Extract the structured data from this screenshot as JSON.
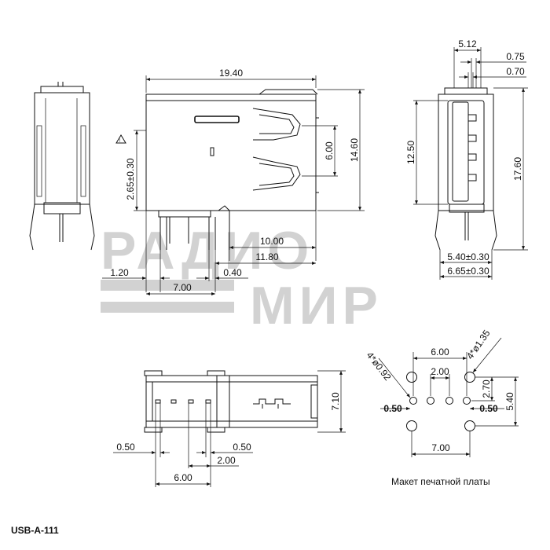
{
  "part_number": "USB-A-111",
  "pcb_caption": "Макет печатной платы",
  "watermark": {
    "line1": "РАДИО",
    "line2": "МИР"
  },
  "warning_symbol": "warning-triangle-icon",
  "front_view": {
    "width": "19.40",
    "height": "14.60",
    "port_height": "6.00",
    "offset": "2.65±0.30",
    "pin_span_1": "10.00",
    "pin_span_2": "11.80",
    "left_gap": "1.20",
    "right_gap": "0.40",
    "pin_pitch": "7.00"
  },
  "side_view": {
    "top_width": "5.12",
    "tab_1": "0.75",
    "tab_2": "0.70",
    "inner_height": "12.50",
    "outer_height": "17.60",
    "pin_offset_1": "5.40±0.30",
    "pin_offset_2": "6.65±0.30"
  },
  "bottom_view": {
    "height": "7.10",
    "left_pad": "0.50",
    "right_pad": "0.50",
    "pitch": "2.00",
    "span": "6.00"
  },
  "pcb_layout": {
    "small_hole": "4*ø0.92",
    "large_hole": "4*ø1.35",
    "top_span": "6.00",
    "pitch": "2.00",
    "row_gap": "2.70",
    "total_height": "5.40",
    "left_pad": "0.50",
    "right_pad": "0.50",
    "bottom_span": "7.00"
  }
}
